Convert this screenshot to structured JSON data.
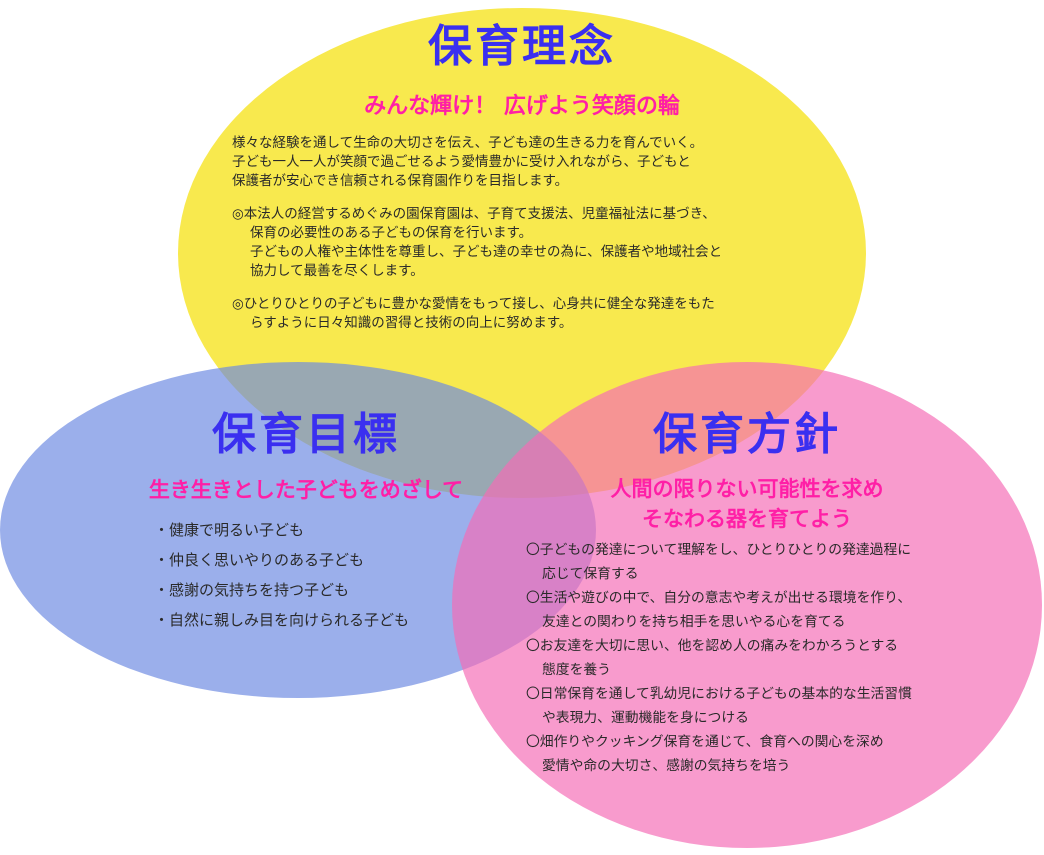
{
  "colors": {
    "yellow": "#f8e94e",
    "blue": "#6b89e1",
    "pink": "#f56cb6",
    "title": "#3a2ff0",
    "subtitle": "#ff1fa6"
  },
  "rinen": {
    "title": "保育理念",
    "subtitle": "みんな輝け！ 広げよう笑顔の輪",
    "para1": [
      "様々な経験を通して生命の大切さを伝え、子ども達の生きる力を育んでいく。",
      "子ども一人一人が笑顔で過ごせるよう愛情豊かに受け入れながら、子どもと",
      "保護者が安心でき信頼される保育園作りを目指します。"
    ],
    "para2": [
      "◎本法人の経営するめぐみの園保育園は、子育て支援法、児童福祉法に基づき、",
      "保育の必要性のある子どもの保育を行います。",
      "子どもの人権や主体性を尊重し、子ども達の幸せの為に、保護者や地域社会と",
      "協力して最善を尽くします。"
    ],
    "para3": [
      "◎ひとりひとりの子どもに豊かな愛情をもって接し、心身共に健全な発達をもた",
      "らすように日々知識の習得と技術の向上に努めます。"
    ]
  },
  "mokuhyo": {
    "title": "保育目標",
    "subtitle": "生き生きとした子どもをめざして",
    "items": [
      "・健康で明るい子ども",
      "・仲良く思いやりのある子ども",
      "・感謝の気持ちを持つ子ども",
      "・自然に親しみ目を向けられる子ども"
    ]
  },
  "hoshin": {
    "title": "保育方針",
    "subtitle_line1": "人間の限りない可能性を求め",
    "subtitle_line2": "そなわる器を育てよう",
    "items": [
      [
        "〇子どもの発達について理解をし、ひとりひとりの発達過程に",
        "応じて保育する"
      ],
      [
        "〇生活や遊びの中で、自分の意志や考えが出せる環境を作り、",
        "友達との関わりを持ち相手を思いやる心を育てる"
      ],
      [
        "〇お友達を大切に思い、他を認め人の痛みをわかろうとする",
        "態度を養う"
      ],
      [
        "〇日常保育を通して乳幼児における子どもの基本的な生活習慣",
        "や表現力、運動機能を身につける"
      ],
      [
        "〇畑作りやクッキング保育を通じて、食育への関心を深め",
        "愛情や命の大切さ、感謝の気持ちを培う"
      ]
    ]
  }
}
